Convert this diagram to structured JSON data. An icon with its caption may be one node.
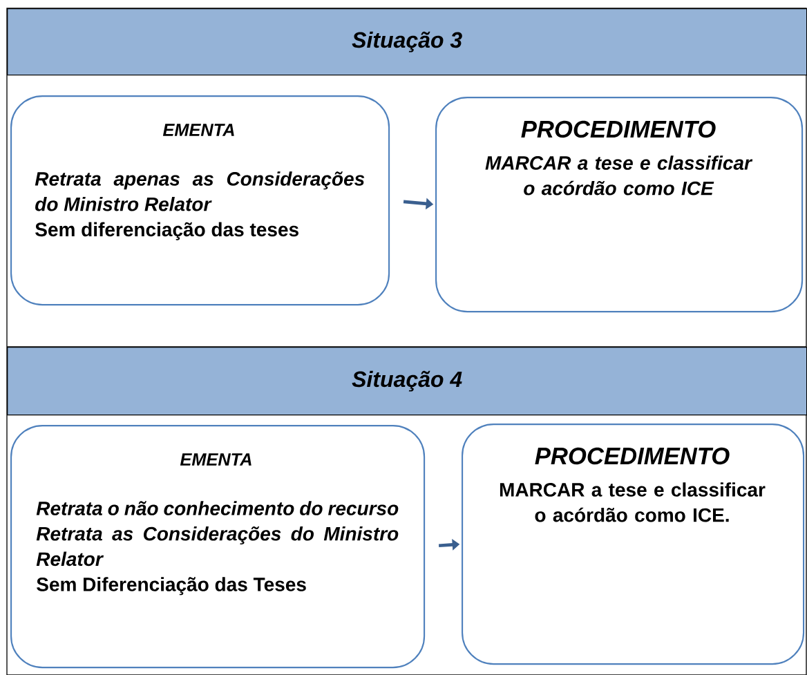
{
  "diagram": {
    "nodes": [
      {
        "text": [
          "Situação 3"
        ]
      },
      {
        "text": [
          "EMENTA",
          "Retrata apenas as Considerações do Ministro Relator",
          "Sem diferenciação das teses"
        ]
      },
      {
        "text": [
          "PROCEDIMENTO",
          "MARCAR a tese e classificar o acórdão como ICE"
        ]
      },
      {
        "text": [
          "Situação 4"
        ]
      },
      {
        "text": [
          "EMENTA",
          "Retrata o não conhecimento do recurso",
          "Retrata as Considerações do Ministro Relator",
          "Sem Diferenciação das Teses"
        ]
      },
      {
        "text": [
          "PROCEDIMENTO",
          "MARCAR a tese e classificar o acórdão como ICE."
        ]
      }
    ],
    "edges": [
      {
        "from": 1,
        "to": 2,
        "arrow": "to"
      },
      {
        "from": 4,
        "to": 5,
        "arrow": "to"
      }
    ]
  }
}
